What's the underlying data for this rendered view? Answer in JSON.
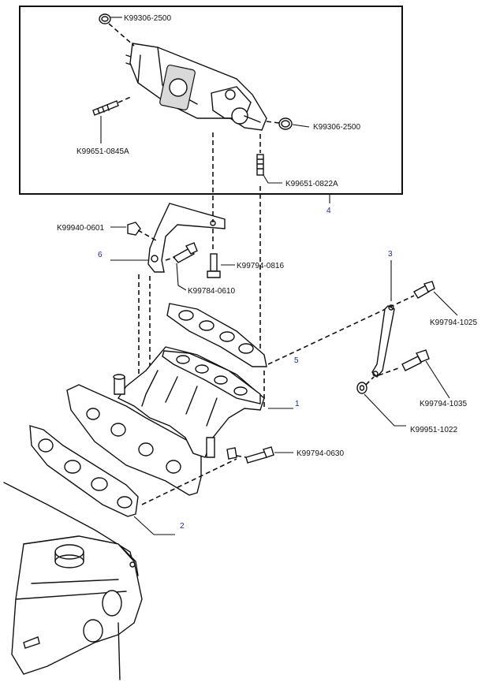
{
  "part_labels": {
    "cap_top": "K99306-2500",
    "cap_right": "K99306-2500",
    "stud_left": "K99651-0845A",
    "stud_right": "K99651-0822A",
    "nut_bracket": "K99940-0601",
    "bolt_bracket_top": "K99794-0816",
    "bolt_bracket_side": "K99784-0610",
    "bolt_stay_top": "K99794-1025",
    "bolt_stay_bottom": "K99794-1035",
    "washer_stay": "K99951-1022",
    "bolt_manifold": "K99794-0630"
  },
  "callouts": {
    "c1": "1",
    "c2": "2",
    "c3": "3",
    "c4": "4",
    "c5": "5",
    "c6": "6"
  }
}
